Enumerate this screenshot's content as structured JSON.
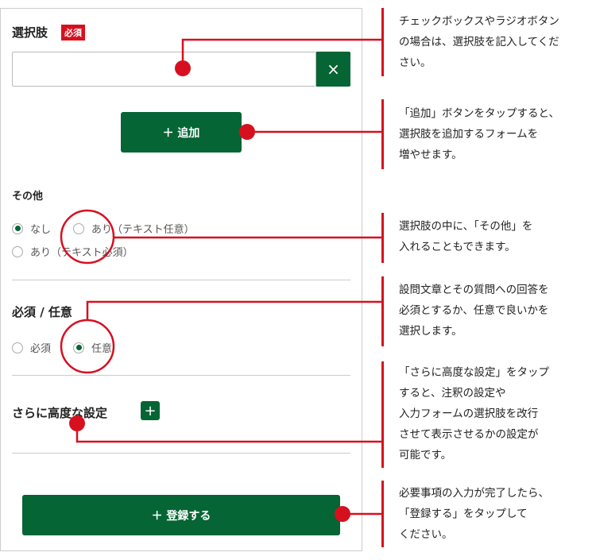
{
  "form": {
    "choices_label": "選択肢",
    "required_badge": "必須",
    "clear_icon": "×",
    "add_button": "＋ 追加",
    "other_label": "その他",
    "other_options": [
      {
        "label": "なし",
        "selected": true
      },
      {
        "label": "あり（テキスト任意）",
        "selected": false
      },
      {
        "label": "あり（テキスト必須）",
        "selected": false
      }
    ],
    "req_label": "必須 / 任意",
    "req_options": [
      {
        "label": "必須",
        "selected": false
      },
      {
        "label": "任意",
        "selected": true
      }
    ],
    "advanced_label": "さらに高度な設定",
    "advanced_plus": "+",
    "submit_button": "＋ 登録する"
  },
  "annotations": [
    "チェックボックスやラジオボタン\nの場合は、選択肢を記入してくだ\nさい。",
    "「追加」ボタンをタップすると、\n選択肢を追加するフォームを\n増やせます。",
    "選択肢の中に、「その他」を\n入れることもできます。",
    "設問文章とその質問への回答を\n必須とするか、任意で良いかを\n選択します。",
    "「さらに高度な設定」をタップ\nすると、注釈の設定や\n入力フォームの選択肢を改行\nさせて表示させるかの設定が\n可能です。",
    "必要事項の入力が完了したら、\n「登録する」をタップして\nください。"
  ],
  "colors": {
    "green": "#056534",
    "red": "#d7101f"
  }
}
